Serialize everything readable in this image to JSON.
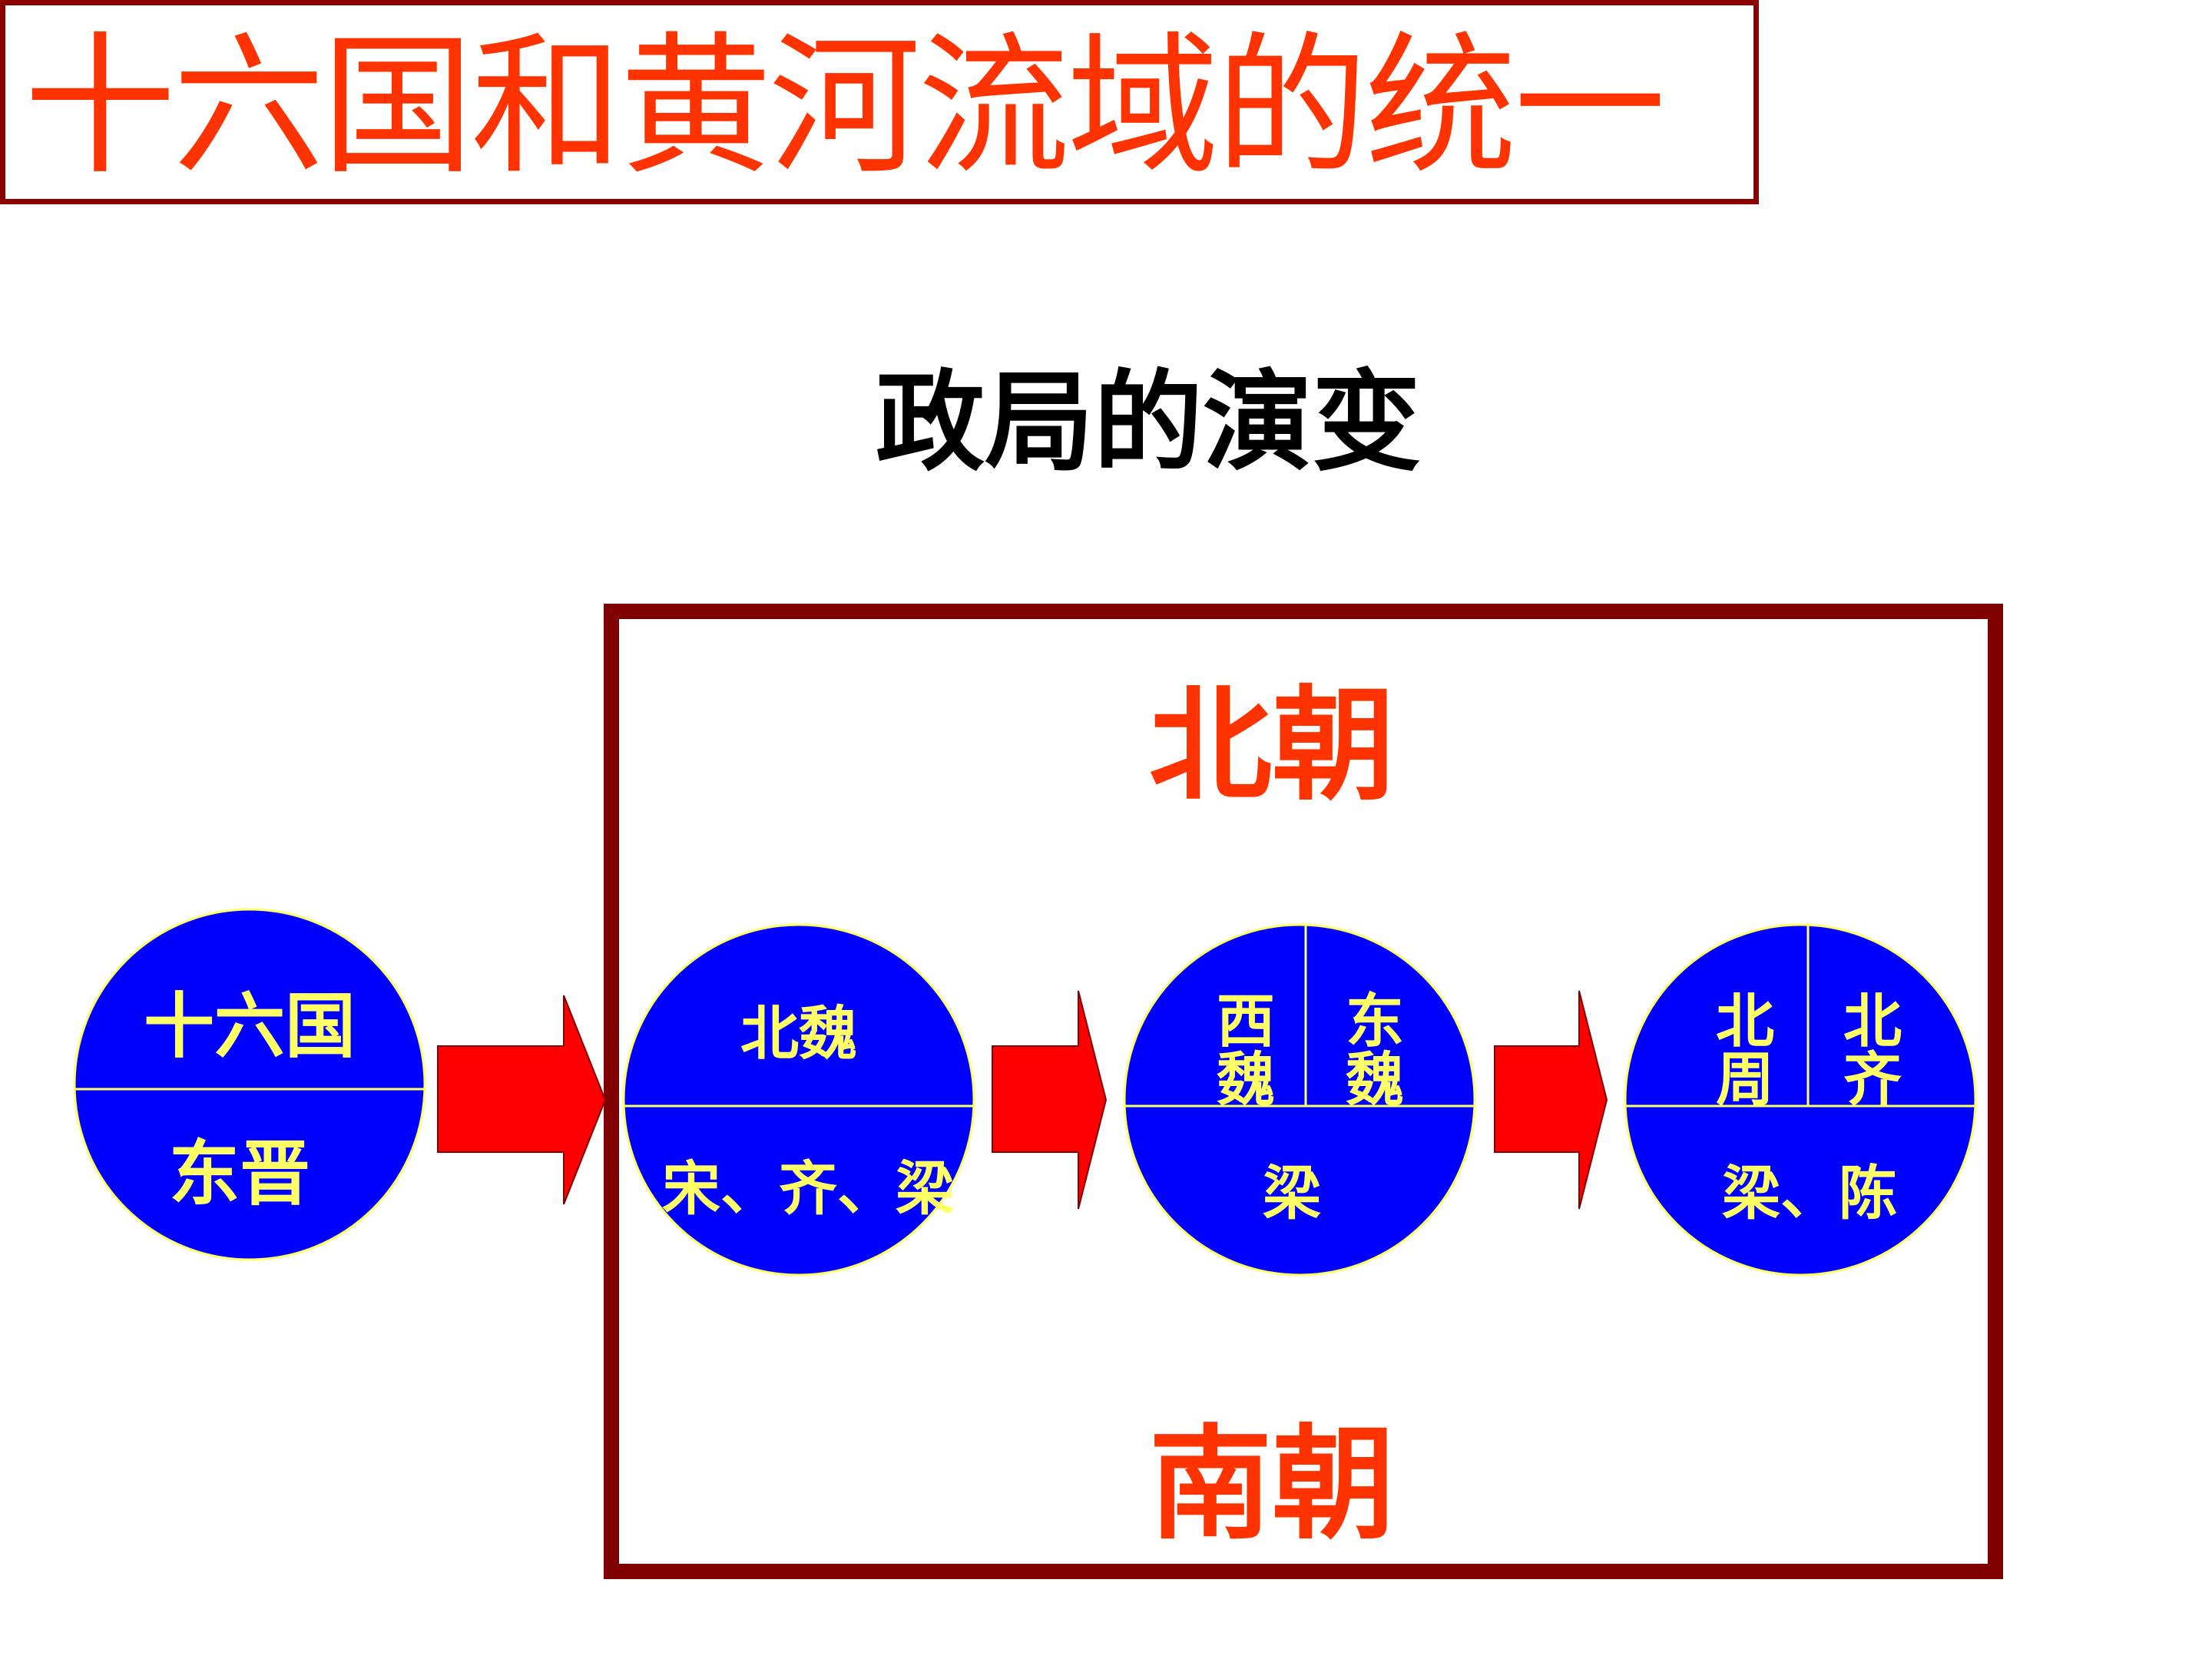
{
  "title": "十六国和黄河流域的统一",
  "subtitle": "政局的演变",
  "north_label": "北朝",
  "south_label": "南朝",
  "colors": {
    "title": "#ff3300",
    "frame": "#800000",
    "circle_fill": "#0000ff",
    "circle_text": "#ffff66",
    "arrow": "#ff0000"
  },
  "stages": [
    {
      "north": [
        "十六国"
      ],
      "south": "东晋"
    },
    {
      "north": [
        "北魏"
      ],
      "south": "宋、齐、梁"
    },
    {
      "north": [
        "西魏",
        "东魏"
      ],
      "south": "梁"
    },
    {
      "north": [
        "北周",
        "北齐"
      ],
      "south": "梁、陈"
    }
  ]
}
